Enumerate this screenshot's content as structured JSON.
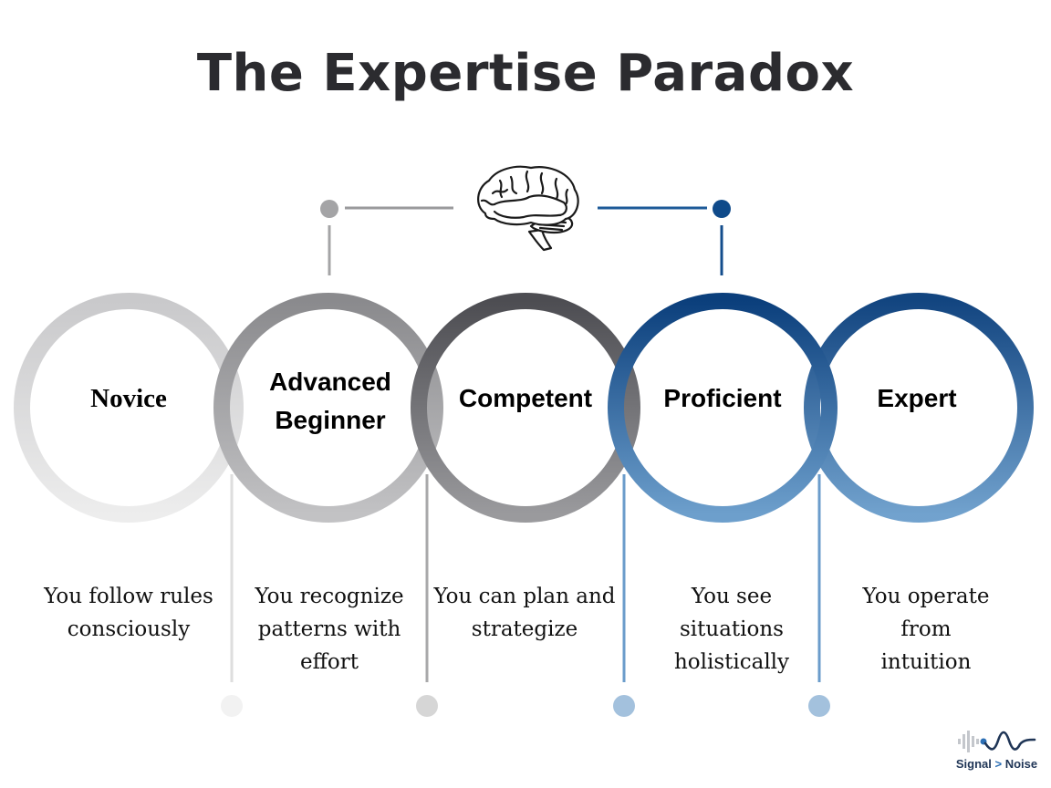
{
  "title": "The Expertise Paradox",
  "colors": {
    "title": "#2b2b2f",
    "gray_light": "#e6e6e6",
    "gray_mid": "#a6a6a8",
    "gray_dark": "#58585c",
    "blue_dark": "#0b3f7c",
    "blue_light": "#6d9fcc"
  },
  "top_icon": "brain-icon",
  "stages": [
    {
      "name": "Novice",
      "description": "You follow rules consciously",
      "desc_lines": [
        "You follow rules",
        "consciously"
      ]
    },
    {
      "name": "Advanced Beginner",
      "name_lines": [
        "Advanced",
        "Beginner"
      ],
      "description": "You recognize patterns with effort",
      "desc_lines": [
        "You recognize",
        "patterns with",
        "effort"
      ]
    },
    {
      "name": "Competent",
      "description": "You can plan and strategize",
      "desc_lines": [
        "You can plan and",
        "strategize"
      ]
    },
    {
      "name": "Proficient",
      "description": "You see situations holistically",
      "desc_lines": [
        "You see",
        "situations",
        "holistically"
      ]
    },
    {
      "name": "Expert",
      "description": "You operate from intuition",
      "desc_lines": [
        "You operate from",
        "intuition"
      ]
    }
  ],
  "logo": {
    "icon": "signal-wave-icon",
    "left": "Signal",
    "separator": ">",
    "right": "Noise"
  }
}
